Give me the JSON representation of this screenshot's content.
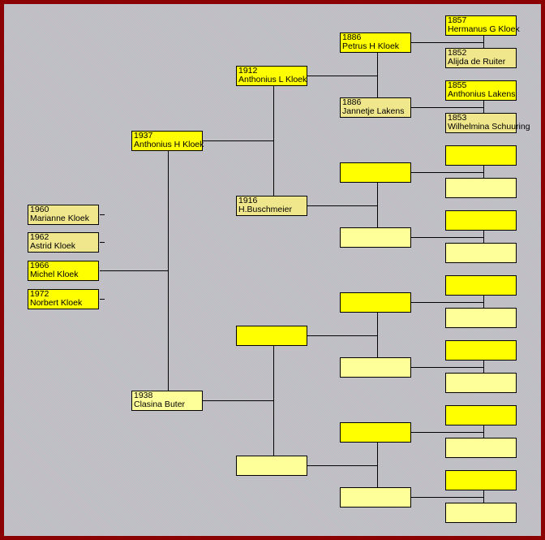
{
  "colors": {
    "border": "#8b0000",
    "male": "#ffff00",
    "female": "#f0e68c",
    "unknown_female": "#ffff99",
    "child_female": "#f0e68c",
    "child_male": "#ffff00"
  },
  "children": [
    {
      "year": "1960",
      "name": "Marianne Kloek",
      "fill": "female"
    },
    {
      "year": "1962",
      "name": "Astrid Kloek",
      "fill": "female"
    },
    {
      "year": "1966",
      "name": "Michel Kloek",
      "fill": "male"
    },
    {
      "year": "1972",
      "name": "Norbert Kloek",
      "fill": "male"
    }
  ],
  "generations": [
    [
      {
        "year": "1937",
        "name": "Anthonius H Kloek",
        "fill": "male"
      },
      {
        "year": "1938",
        "name": "Clasina Buter",
        "fill": "unknown_female"
      }
    ],
    [
      {
        "year": "1912",
        "name": "Anthonius L Kloek",
        "fill": "male"
      },
      {
        "year": "1916",
        "name": "H.Buschmeier",
        "fill": "female"
      },
      {
        "year": "",
        "name": "",
        "fill": "male"
      },
      {
        "year": "",
        "name": "",
        "fill": "unknown_female"
      }
    ],
    [
      {
        "year": "1886",
        "name": "Petrus H Kloek",
        "fill": "male"
      },
      {
        "year": "1886",
        "name": "Jannetje Lakens",
        "fill": "female"
      },
      {
        "year": "",
        "name": "",
        "fill": "male"
      },
      {
        "year": "",
        "name": "",
        "fill": "unknown_female"
      },
      {
        "year": "",
        "name": "",
        "fill": "male"
      },
      {
        "year": "",
        "name": "",
        "fill": "unknown_female"
      },
      {
        "year": "",
        "name": "",
        "fill": "male"
      },
      {
        "year": "",
        "name": "",
        "fill": "unknown_female"
      }
    ],
    [
      {
        "year": "1857",
        "name": "Hermanus G Kloek",
        "fill": "male"
      },
      {
        "year": "1852",
        "name": "Alijda de Ruiter",
        "fill": "female"
      },
      {
        "year": "1855",
        "name": "Anthonius Lakens",
        "fill": "male"
      },
      {
        "year": "1853",
        "name": "Wilhelmina Schuuring",
        "fill": "female"
      },
      {
        "year": "",
        "name": "",
        "fill": "male"
      },
      {
        "year": "",
        "name": "",
        "fill": "unknown_female"
      },
      {
        "year": "",
        "name": "",
        "fill": "male"
      },
      {
        "year": "",
        "name": "",
        "fill": "unknown_female"
      },
      {
        "year": "",
        "name": "",
        "fill": "male"
      },
      {
        "year": "",
        "name": "",
        "fill": "unknown_female"
      },
      {
        "year": "",
        "name": "",
        "fill": "male"
      },
      {
        "year": "",
        "name": "",
        "fill": "unknown_female"
      },
      {
        "year": "",
        "name": "",
        "fill": "male"
      },
      {
        "year": "",
        "name": "",
        "fill": "unknown_female"
      },
      {
        "year": "",
        "name": "",
        "fill": "male"
      },
      {
        "year": "",
        "name": "",
        "fill": "unknown_female"
      }
    ]
  ]
}
